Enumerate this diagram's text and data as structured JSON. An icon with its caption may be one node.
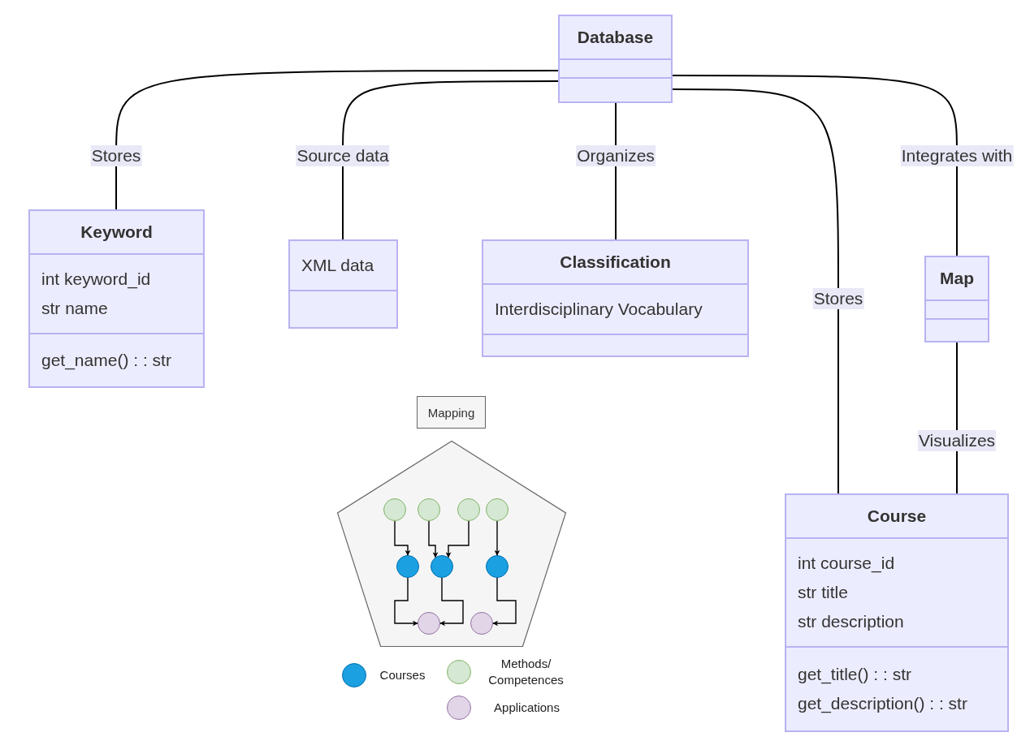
{
  "diagram": {
    "nodes": [
      {
        "text": [
          "Database"
        ]
      },
      {
        "text": [
          "Keyword",
          "int keyword_id",
          "str name",
          "get_name() : : str"
        ]
      },
      {
        "text": [
          "XML data"
        ]
      },
      {
        "text": [
          "Classification",
          "Interdisciplinary Vocabulary"
        ]
      },
      {
        "text": [
          "Map"
        ]
      },
      {
        "text": [
          "Course",
          "int course_id",
          "str title",
          "str description",
          "get_title() : : str",
          "get_description() : : str"
        ]
      },
      {
        "text": [
          "Mapping"
        ]
      },
      {
        "text": [],
        "shape": "pentagon"
      },
      {
        "text": [],
        "shape": "circle",
        "in": 7
      },
      {
        "text": [],
        "shape": "circle",
        "in": 7
      },
      {
        "text": [],
        "shape": "circle",
        "in": 7
      },
      {
        "text": [],
        "shape": "circle",
        "in": 7
      },
      {
        "text": [],
        "shape": "circle",
        "in": 7
      },
      {
        "text": [],
        "shape": "circle",
        "in": 7
      },
      {
        "text": [],
        "shape": "circle",
        "in": 7
      },
      {
        "text": [],
        "shape": "circle",
        "in": 7
      },
      {
        "text": [],
        "shape": "circle",
        "in": 7
      }
    ],
    "edges": [
      {
        "from": 0,
        "to": 1,
        "arrow": "none",
        "label": "Stores"
      },
      {
        "from": 0,
        "to": 2,
        "arrow": "none",
        "label": "Source data"
      },
      {
        "from": 0,
        "to": 3,
        "arrow": "none",
        "label": "Organizes"
      },
      {
        "from": 0,
        "to": 5,
        "arrow": "none",
        "label": "Stores"
      },
      {
        "from": 0,
        "to": 4,
        "arrow": "none",
        "label": "Integrates with"
      },
      {
        "from": 4,
        "to": 5,
        "arrow": "none",
        "label": "Visualizes"
      },
      {
        "from": 8,
        "to": 12,
        "arrow": "to"
      },
      {
        "from": 9,
        "to": 13,
        "arrow": "to"
      },
      {
        "from": 10,
        "to": 13,
        "arrow": "to"
      },
      {
        "from": 11,
        "to": 14,
        "arrow": "to"
      },
      {
        "from": 12,
        "to": 15,
        "arrow": "to"
      },
      {
        "from": 13,
        "to": 15,
        "arrow": "to"
      },
      {
        "from": 14,
        "to": 16,
        "arrow": "to"
      }
    ],
    "legend": [
      {
        "text": "Courses",
        "color": "#1ba1e2"
      },
      {
        "text": "Methods/ Competences",
        "color": "#d5e8d4"
      },
      {
        "text": "Applications",
        "color": "#e1d5e7"
      }
    ]
  }
}
